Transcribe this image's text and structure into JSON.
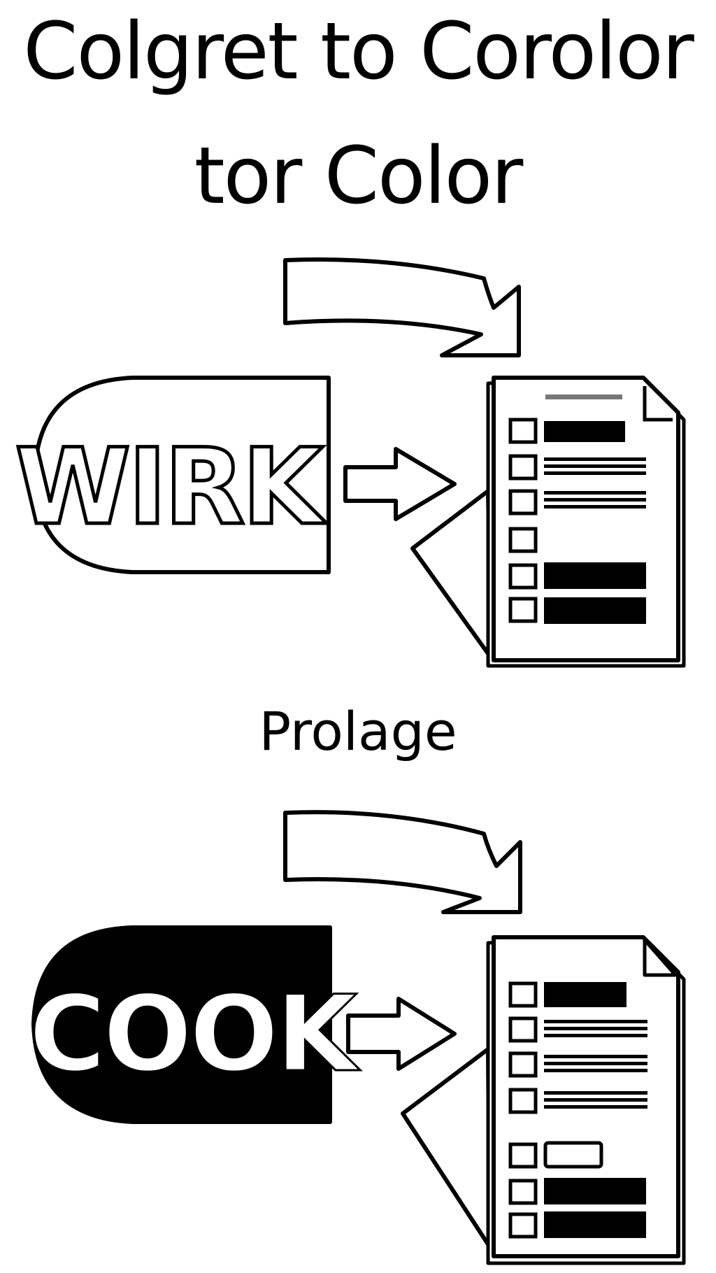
{
  "title": {
    "line1": "Colgret to Corolor",
    "line2": "tor Color"
  },
  "caption": "Prolage",
  "panels": [
    {
      "label": "WIRK",
      "style": "outline"
    },
    {
      "label": "COOK",
      "style": "filled"
    }
  ],
  "colors": {
    "ink": "#000000",
    "paper": "#ffffff",
    "accent_gray": "#777777"
  }
}
